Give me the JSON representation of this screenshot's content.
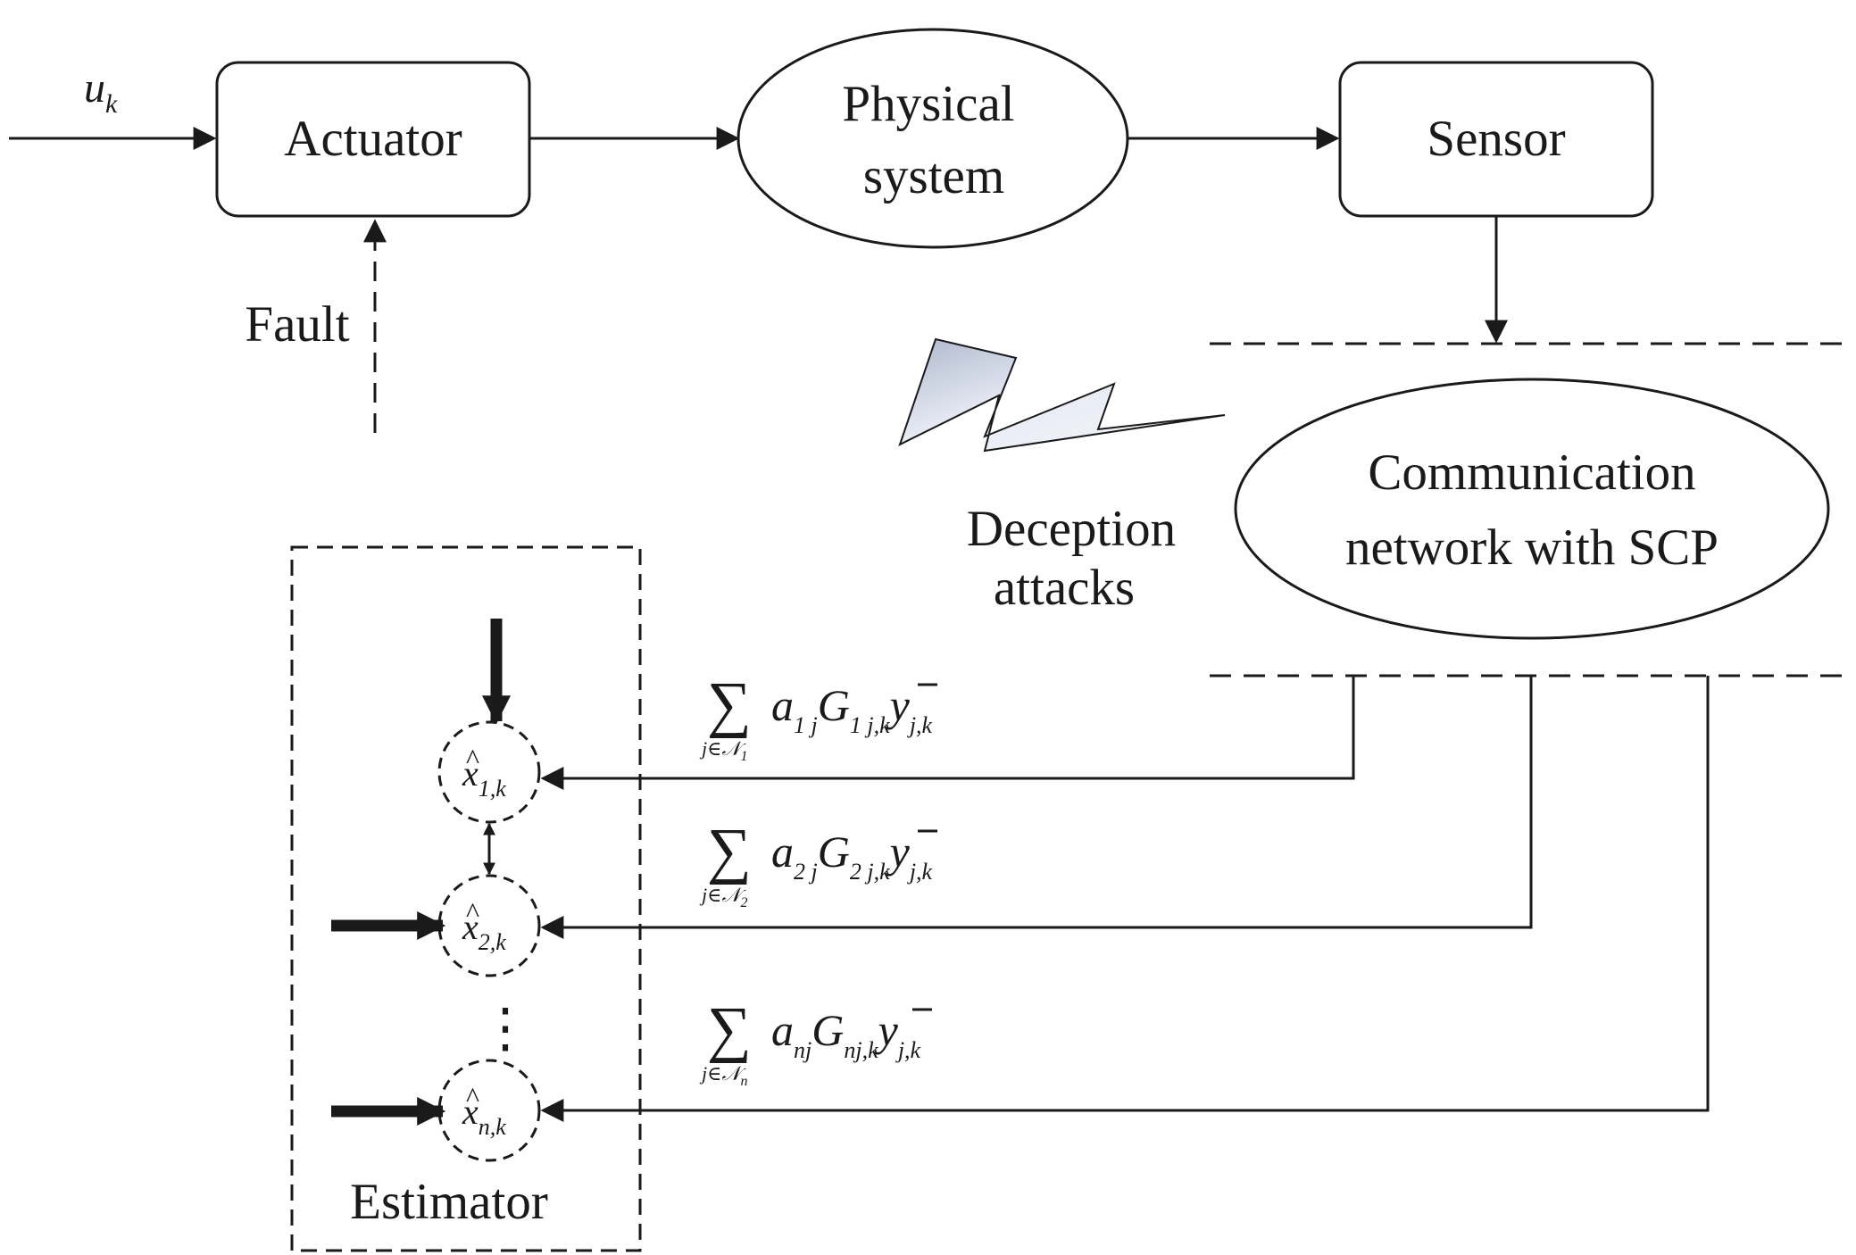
{
  "blocks": {
    "actuator": "Actuator",
    "physical_line1": "Physical",
    "physical_line2": "system",
    "sensor": "Sensor",
    "network_line1": "Communication",
    "network_line2": "network with SCP",
    "estimator": "Estimator"
  },
  "signals": {
    "input_var": "u",
    "input_sub": "k",
    "fault": "Fault",
    "attack_line1": "Deception",
    "attack_line2": "attacks"
  },
  "nodes": [
    {
      "var": "x",
      "sub": "1,k"
    },
    {
      "var": "x",
      "sub": "2,k"
    },
    {
      "var": "x",
      "sub": "n,k"
    }
  ],
  "node_ellipsis": "⋮",
  "sums": [
    {
      "sum": "∑",
      "idx": "j∈𝒩",
      "idx_sub": "1",
      "a": "a",
      "a_sub": "1 j",
      "G": "G",
      "G_sub": "1 j,k",
      "y": "y",
      "y_sub": "j,k"
    },
    {
      "sum": "∑",
      "idx": "j∈𝒩",
      "idx_sub": "2",
      "a": "a",
      "a_sub": "2 j",
      "G": "G",
      "G_sub": "2 j,k",
      "y": "y",
      "y_sub": "j,k"
    },
    {
      "sum": "∑",
      "idx": "j∈𝒩",
      "idx_sub": "n",
      "a": "a",
      "a_sub": "nj",
      "G": "G",
      "G_sub": "nj,k",
      "y": "y",
      "y_sub": "j,k"
    }
  ],
  "colors": {
    "line": "#1a1a1a",
    "bolt_light": "#f4f6fb",
    "bolt_dark": "#aeb8cc"
  }
}
